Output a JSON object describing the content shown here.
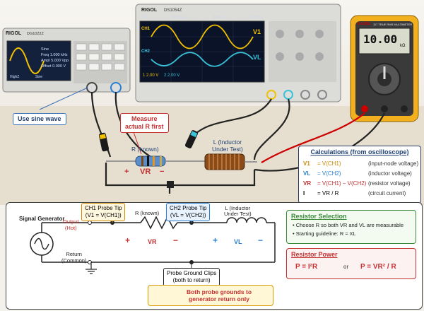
{
  "photo": {
    "generator": {
      "brand": "RIGOL",
      "model": "DG1022Z",
      "screen_rows": [
        {
          "k": "Sine",
          "v": ""
        },
        {
          "k": "Freq",
          "v": "1.000 kHz"
        },
        {
          "k": "Ampl",
          "v": "5.000 Vpp"
        },
        {
          "k": "Offset",
          "v": "0.000 V"
        }
      ],
      "soft_keys": [
        "HighZ",
        "Sine"
      ]
    },
    "scope": {
      "brand": "RIGOL",
      "model": "DS1054Z",
      "status": [
        "T'D",
        "H 200 µs",
        "0.000s",
        "T 0.00 V"
      ],
      "ch_labels": [
        "CH1",
        "CH2"
      ],
      "trace_labels": [
        "V1",
        "VL"
      ],
      "bottom": [
        "1",
        "2.00 V",
        "2",
        "2.00 V"
      ]
    },
    "meter": {
      "brand": "FLUKE",
      "model": "117 TRUE RMS MULTIMETER",
      "reading": "10.00",
      "unit": "kΩ"
    },
    "callouts": {
      "sine": "Use sine wave",
      "measure": [
        "Measure",
        "actual R first"
      ]
    },
    "labels": {
      "r_known": "R (known)",
      "inductor": [
        "L (Inductor",
        "Under Test)"
      ],
      "vr_plus": "+",
      "vr": "VR",
      "vr_minus": "−"
    },
    "calc": {
      "title": "Calculations (from oscilloscope)",
      "rows": [
        {
          "sym": "V1",
          "eq": "=  V(CH1)",
          "desc": "(input-node voltage)",
          "color": "#d08a00"
        },
        {
          "sym": "VL",
          "eq": "=  V(CH2)",
          "desc": "(inductor voltage)",
          "color": "#2a7fd0"
        },
        {
          "sym": "VR",
          "eq": "=  V(CH1) − V(CH2)",
          "desc": "(resistor voltage)",
          "color": "#c53030"
        },
        {
          "sym": "I",
          "eq": "=  VR / R",
          "desc": "(circuit current)",
          "color": "#222"
        }
      ]
    }
  },
  "schematic": {
    "source_label": "Signal Generator",
    "output_label": [
      "Output",
      "(Hot)"
    ],
    "return_label": [
      "Return",
      "(Common)"
    ],
    "ch1_tip": [
      "CH1 Probe Tip",
      "(V1 = V(CH1))"
    ],
    "ch2_tip": [
      "CH2 Probe Tip",
      "(VL = V(CH2))"
    ],
    "r_label": "R (known)",
    "l_label": [
      "L (Inductor",
      "Under Test)"
    ],
    "vr_plus": "+",
    "vr": "VR",
    "vr_minus": "−",
    "vl_plus": "+",
    "vl": "VL",
    "vl_minus": "−",
    "ground_clips": [
      "Probe Ground Clips",
      "(both to return)"
    ],
    "selection": {
      "title": "Resistor Selection",
      "lines": [
        "• Choose R so both VR and VL are measurable",
        "• Starting guideline: R ≈ XL"
      ]
    },
    "power": {
      "title": "Resistor Power",
      "eq1": "P  =  I²R",
      "or": "or",
      "eq2": "P  =  VR² / R"
    },
    "warning": [
      "Both probe grounds to",
      "generator return only"
    ]
  },
  "colors": {
    "red": "#c53030",
    "blue": "#2a7fd0",
    "orange": "#d08a00",
    "green": "#3a8a3a",
    "navy": "#1f3f73"
  }
}
